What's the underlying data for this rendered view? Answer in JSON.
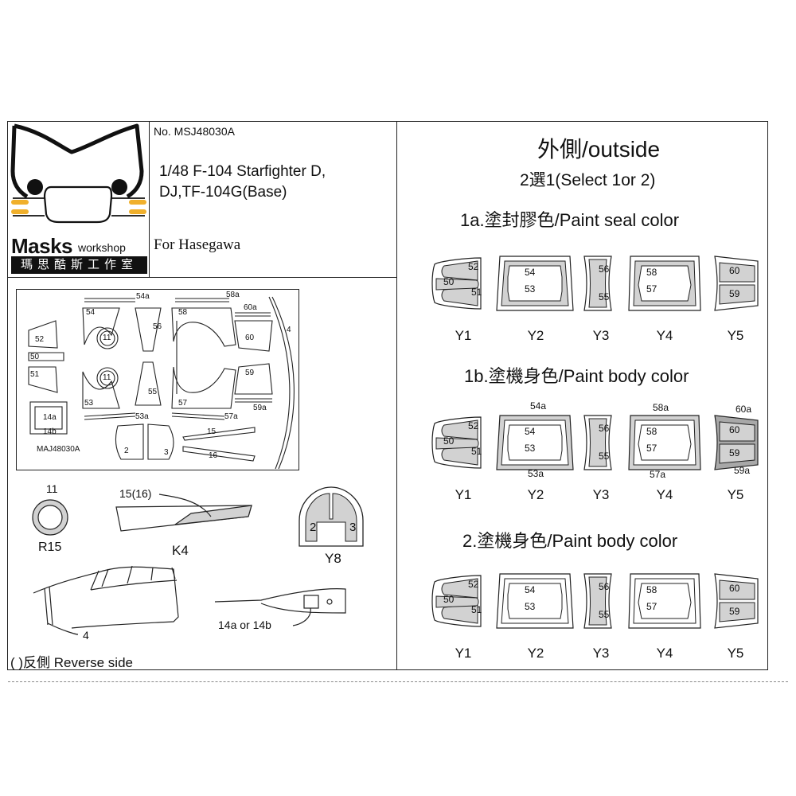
{
  "header": {
    "product_no": "No. MSJ48030A",
    "title_line1": "1/48  F-104 Starfighter D,",
    "title_line2": "DJ,TF-104G(Base)",
    "for_text": "For Hasegawa",
    "brand": {
      "name": "Masks",
      "suffix": "workshop",
      "chinese": "瑪思酷斯工作室"
    }
  },
  "sheet": {
    "code": "MAJ48030A",
    "part_labels": [
      "54a",
      "58a",
      "60a",
      "4",
      "54",
      "58",
      "56",
      "60",
      "52",
      "50",
      "51",
      "11",
      "11",
      "59",
      "55",
      "53",
      "57",
      "59a",
      "14a",
      "14b",
      "53a",
      "57a",
      "15",
      "16",
      "2",
      "3"
    ]
  },
  "details": {
    "r15": {
      "number": "11",
      "name": "R15"
    },
    "k4": {
      "number": "15(16)",
      "name": "K4"
    },
    "y8": {
      "left": "2",
      "right": "3",
      "name": "Y8"
    },
    "fuselage_part": "4",
    "probe_note": "14a or 14b",
    "reverse_note": "( )反側 Reverse side"
  },
  "outside": {
    "title": "外側/outside",
    "subtitle": "2選1(Select 1or 2)",
    "sections": [
      {
        "title": "1a.塗封膠色/Paint seal color",
        "labels": [
          "Y1",
          "Y2",
          "Y3",
          "Y4",
          "Y5"
        ],
        "y1": [
          "52",
          "50",
          "51"
        ],
        "y2": [
          "54",
          "53"
        ],
        "y3": [
          "56",
          "55"
        ],
        "y4": [
          "58",
          "57"
        ],
        "y5": [
          "60",
          "59"
        ]
      },
      {
        "title": "1b.塗機身色/Paint body color",
        "labels": [
          "Y1",
          "Y2",
          "Y3",
          "Y4",
          "Y5"
        ],
        "y1": [
          "52",
          "50",
          "51"
        ],
        "y2": [
          "54",
          "53"
        ],
        "y3": [
          "56",
          "55"
        ],
        "y4": [
          "58",
          "57"
        ],
        "y5": [
          "60",
          "59"
        ],
        "extra": [
          "54a",
          "53a",
          "58a",
          "57a",
          "60a",
          "59a"
        ]
      },
      {
        "title": "2.塗機身色/Paint body color",
        "labels": [
          "Y1",
          "Y2",
          "Y3",
          "Y4",
          "Y5"
        ],
        "y1": [
          "52",
          "50",
          "51"
        ],
        "y2": [
          "54",
          "53"
        ],
        "y3": [
          "56",
          "55"
        ],
        "y4": [
          "58",
          "57"
        ],
        "y5": [
          "60",
          "59"
        ]
      }
    ]
  }
}
